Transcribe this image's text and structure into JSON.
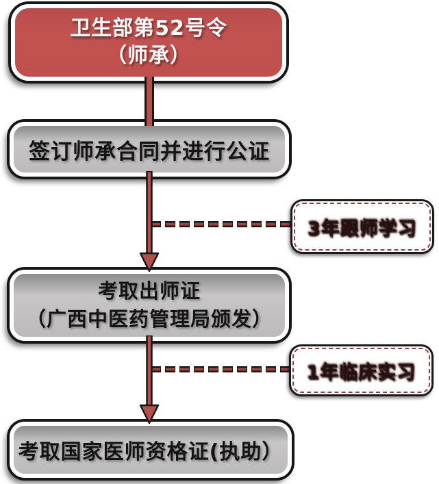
{
  "diagram": {
    "type": "flowchart",
    "background": "#ffffff",
    "nodes": [
      {
        "id": "start",
        "line1": "卫生部第52号令",
        "line2": "（师承）"
      },
      {
        "id": "sign-contract",
        "line1": "签订师承合同并进行公证"
      },
      {
        "id": "chushi-cert",
        "line1": "考取出师证",
        "line2": "（广西中医药管理局颁发）"
      },
      {
        "id": "national-cert",
        "line1": "考取国家医师资格证(执助）"
      }
    ],
    "notes": [
      {
        "id": "note-3-years",
        "label": "3年跟师学习"
      },
      {
        "id": "note-1-year",
        "label": "1年临床实习"
      }
    ],
    "edges": [
      {
        "from": "start",
        "to": "sign-contract",
        "style": "solid",
        "arrowhead": false
      },
      {
        "from": "sign-contract",
        "to": "chushi-cert",
        "style": "solid",
        "arrowhead": true
      },
      {
        "from": "chushi-cert",
        "to": "national-cert",
        "style": "solid",
        "arrowhead": true
      },
      {
        "from": "edge-2",
        "to": "note-3-years",
        "style": "dashed",
        "arrowhead": false
      },
      {
        "from": "edge-3",
        "to": "note-1-year",
        "style": "dashed",
        "arrowhead": false
      }
    ],
    "colors": {
      "start_fill": "#c0504d",
      "step_fill": "#bfbdbd",
      "connector_red": "#b1504d",
      "outline_black": "#161616",
      "note_accent": "#9c3f3c",
      "node_border": "#ffffff"
    }
  }
}
